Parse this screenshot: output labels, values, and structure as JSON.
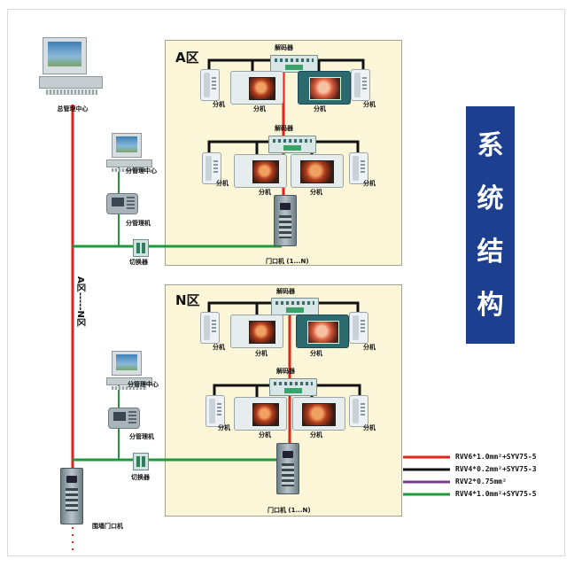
{
  "title_chars": [
    "系",
    "统",
    "结",
    "构"
  ],
  "zones": [
    {
      "label": "A区"
    },
    {
      "label": "N区"
    }
  ],
  "labels": {
    "main_center": "总管理中心",
    "sub_center": "分管理中心",
    "sub_manager": "分管理机",
    "switcher": "切换器",
    "decoder": "解码器",
    "extension": "分机",
    "door_unit": "门口机 (1...N)",
    "wall_door": "围墙门口机",
    "vertical": "A区-----N区"
  },
  "legend": [
    {
      "text": "RVV6*1.0mm²+SYV75-5",
      "color": "#e2231a"
    },
    {
      "text": "RVV4*0.2mm²+SYV75-3",
      "color": "#111111"
    },
    {
      "text": "RVV2*0.75mm²",
      "color": "#7a3b8f"
    },
    {
      "text": "RVV4*1.0mm²+SYV75-5",
      "color": "#1f9a3a"
    }
  ],
  "colors": {
    "title_bg": "#1d3f8f",
    "zone_bg": "#fbf6d8",
    "trunk_red": "#e2231a",
    "bus_green": "#1f9a3a",
    "signal_black": "#111111"
  }
}
